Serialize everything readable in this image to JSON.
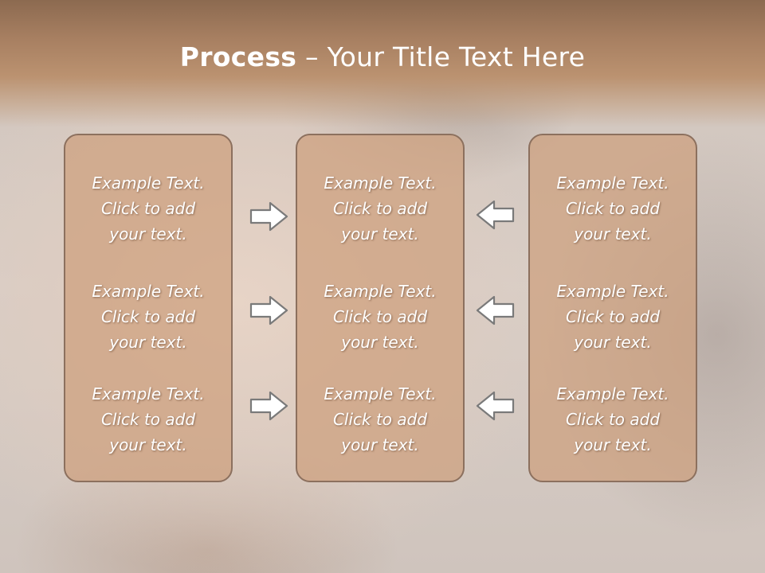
{
  "slide": {
    "title_bold": "Process",
    "title_rest": " – Your Title Text Here"
  },
  "columns": [
    {
      "items": [
        [
          "Example Text.",
          "Click  to add",
          "your text."
        ],
        [
          "Example Text.",
          "Click  to add",
          "your text."
        ],
        [
          "Example Text.",
          "Click  to add",
          "your text."
        ]
      ]
    },
    {
      "items": [
        [
          "Example Text.",
          "Click  to add",
          "your text."
        ],
        [
          "Example Text.",
          "Click  to add",
          "your text."
        ],
        [
          "Example Text.",
          "Click  to add",
          "your text."
        ]
      ]
    },
    {
      "items": [
        [
          "Example Text.",
          "Click  to add",
          "your text."
        ],
        [
          "Example Text.",
          "Click  to add",
          "your text."
        ],
        [
          "Example Text.",
          "Click  to add",
          "your text."
        ]
      ]
    }
  ],
  "arrows": {
    "left_column": [
      "arrow-right-icon",
      "arrow-right-icon",
      "arrow-right-icon"
    ],
    "right_column": [
      "arrow-left-icon",
      "arrow-left-icon",
      "arrow-left-icon"
    ]
  },
  "colors": {
    "header": "#a77f61",
    "card_fill": "#cda07d",
    "card_border": "#8c705e",
    "text": "#ffffff",
    "arrow_fill": "#ffffff",
    "arrow_stroke": "#7a7a7a"
  }
}
